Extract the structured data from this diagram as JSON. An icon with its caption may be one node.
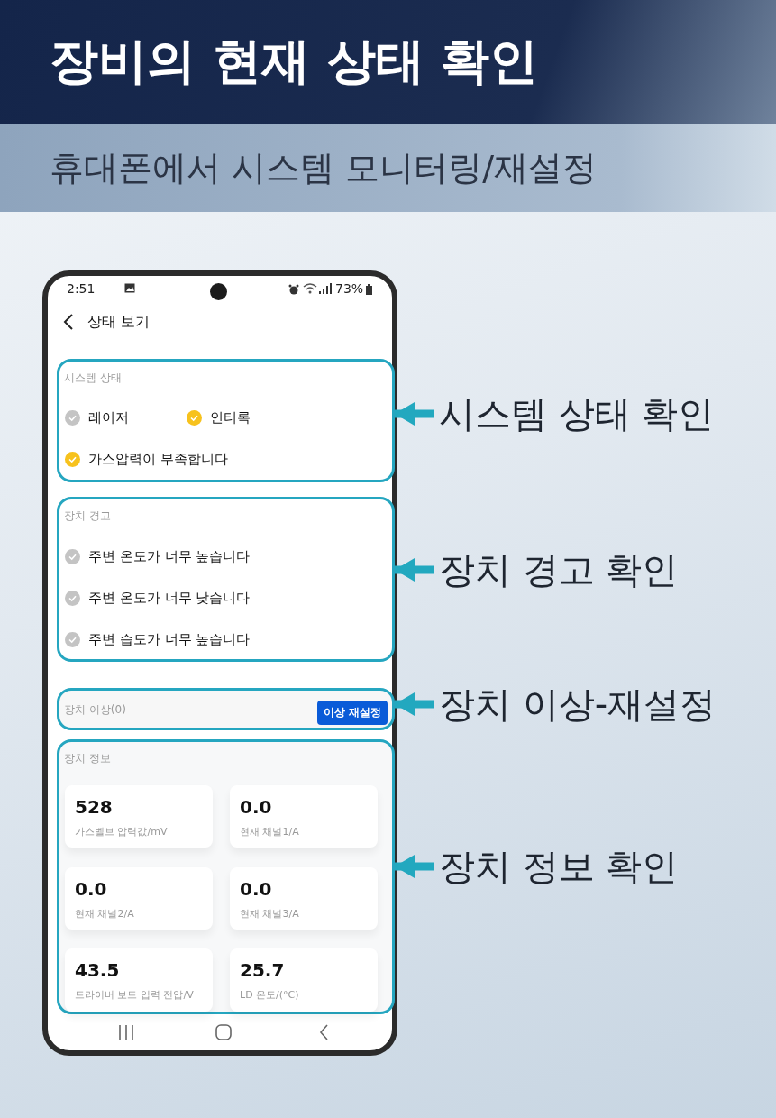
{
  "diagram": {
    "title": "장비의 현재 상태 확인",
    "nodes": [
      {
        "text": [
          "2:51",
          "73%",
          "상태 보기"
        ]
      },
      {
        "text": [
          "시스템 상태",
          "레이저",
          "인터록",
          "가스압력이 부족합니다"
        ],
        "in": 0
      },
      {
        "text": [
          "장치 경고",
          "주변 온도가 너무 높습니다",
          "주변 온도가 너무 낮습니다",
          "주변 습도가 너무 높습니다"
        ],
        "in": 0
      },
      {
        "text": [
          "장치 이상(0)"
        ],
        "in": 0
      },
      {
        "text": [
          "이상 재설정"
        ],
        "in": 3
      },
      {
        "text": [
          "장치 정보"
        ],
        "in": 0
      },
      {
        "text": [
          "528",
          "가스벨브 압력값/mV"
        ],
        "in": 5
      },
      {
        "text": [
          "0.0",
          "현재 채널1/A"
        ],
        "in": 5
      },
      {
        "text": [
          "0.0",
          "현재 채널2/A"
        ],
        "in": 5
      },
      {
        "text": [
          "0.0",
          "현재 채널3/A"
        ],
        "in": 5
      },
      {
        "text": [
          "43.5",
          "드라이버 보드 입력 전압/V"
        ],
        "in": 5
      },
      {
        "text": [
          "25.7",
          "LD 온도/(°C)"
        ],
        "in": 5
      },
      {
        "text": [
          "시스템 상태 확인"
        ]
      },
      {
        "text": [
          "장치 경고 확인"
        ]
      },
      {
        "text": [
          "장치 이상-재설정"
        ]
      },
      {
        "text": [
          "장치 정보 확인"
        ]
      }
    ],
    "edges": [
      {
        "from": 12,
        "to": 1,
        "arrow": "to"
      },
      {
        "from": 13,
        "to": 2,
        "arrow": "to"
      },
      {
        "from": 14,
        "to": 3,
        "arrow": "to"
      },
      {
        "from": 15,
        "to": 5,
        "arrow": "to"
      }
    ],
    "labels": [
      "휴대폰에서 시스템 모니터링/재설정"
    ]
  }
}
